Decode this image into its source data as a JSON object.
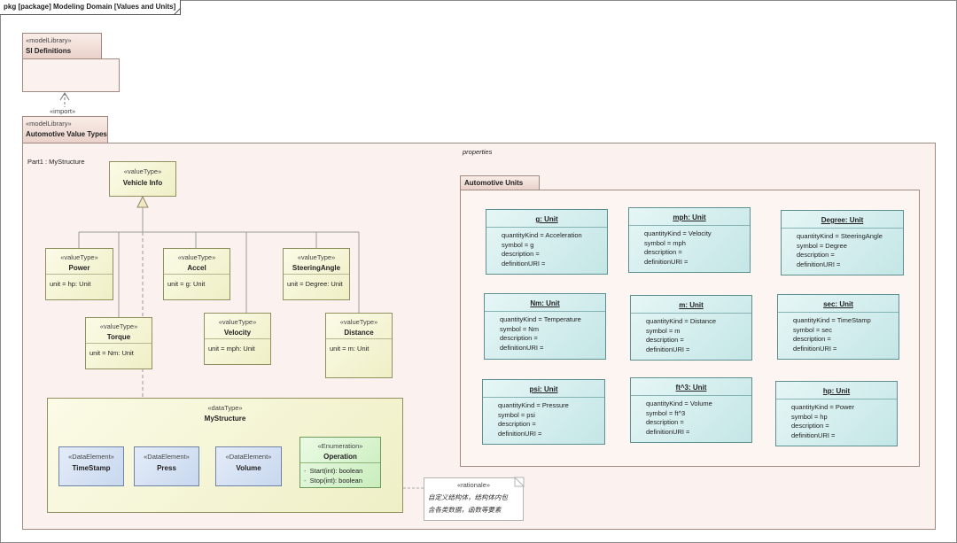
{
  "frame": {
    "title": "pkg [package] Modeling Domain [Values and Units]"
  },
  "si_library": {
    "stereotype": "«modelLibrary»",
    "name": "SI Definitions"
  },
  "import_label": "«import»",
  "auto_library": {
    "stereotype": "«modelLibrary»",
    "name": "Automotive Value Types"
  },
  "properties_label": "properties",
  "part_label": "Part1 : MyStructure",
  "vehicle_info": {
    "stereotype": "«valueType»",
    "name": "Vehicle Info"
  },
  "value_types": [
    {
      "stereotype": "«valueType»",
      "name": "Power",
      "attr": "unit = hp: Unit"
    },
    {
      "stereotype": "«valueType»",
      "name": "Accel",
      "attr": "unit = g: Unit"
    },
    {
      "stereotype": "«valueType»",
      "name": "SteeringAngle",
      "attr": "unit = Degree: Unit"
    },
    {
      "stereotype": "«valueType»",
      "name": "Torque",
      "attr": "unit = Nm: Unit"
    },
    {
      "stereotype": "«valueType»",
      "name": "Velocity",
      "attr": "unit = mph: Unit"
    },
    {
      "stereotype": "«valueType»",
      "name": "Distance",
      "attr": "unit = m: Unit"
    }
  ],
  "my_structure": {
    "stereotype": "«dataType»",
    "name": "MyStructure",
    "elements": [
      {
        "stereotype": "«DataElement»",
        "name": "TimeStamp"
      },
      {
        "stereotype": "«DataElement»",
        "name": "Press"
      },
      {
        "stereotype": "«DataElement»",
        "name": "Volume"
      }
    ],
    "enumeration": {
      "stereotype": "«Enumeration»",
      "name": "Operation",
      "items": [
        "Start(int): boolean",
        "Stop(int): boolean"
      ]
    }
  },
  "rationale": {
    "stereotype": "«rationale»",
    "text1": "自定义结构体，结构体内包",
    "text2": "含各类数据，函数等要素"
  },
  "automotive_units": {
    "title": "Automotive Units",
    "units": [
      {
        "name": "g: Unit",
        "attrs": [
          "quantityKind = Acceleration",
          "symbol = g",
          "description =",
          "definitionURI ="
        ]
      },
      {
        "name": "mph: Unit",
        "attrs": [
          "quantityKind = Velocity",
          "symbol = mph",
          "description =",
          "definitionURI ="
        ]
      },
      {
        "name": "Degree: Unit",
        "attrs": [
          "quantityKind = SteeringAngle",
          "symbol = Degree",
          "description =",
          "definitionURI ="
        ]
      },
      {
        "name": "Nm: Unit",
        "attrs": [
          "quantityKind = Temperature",
          "symbol = Nm",
          "description =",
          "definitionURI ="
        ]
      },
      {
        "name": "m: Unit",
        "attrs": [
          "quantityKind = Distance",
          "symbol = m",
          "description =",
          "definitionURI ="
        ]
      },
      {
        "name": "sec: Unit",
        "attrs": [
          "quantityKind = TimeStamp",
          "symbol = sec",
          "description =",
          "definitionURI ="
        ]
      },
      {
        "name": "psi: Unit",
        "attrs": [
          "quantityKind = Pressure",
          "symbol = psi",
          "description =",
          "definitionURI ="
        ]
      },
      {
        "name": "ft^3: Unit",
        "attrs": [
          "quantityKind = Volume",
          "symbol = ft^3",
          "description =",
          "definitionURI ="
        ]
      },
      {
        "name": "hp: Unit",
        "attrs": [
          "quantityKind = Power",
          "symbol = hp",
          "description =",
          "definitionURI ="
        ]
      }
    ]
  }
}
